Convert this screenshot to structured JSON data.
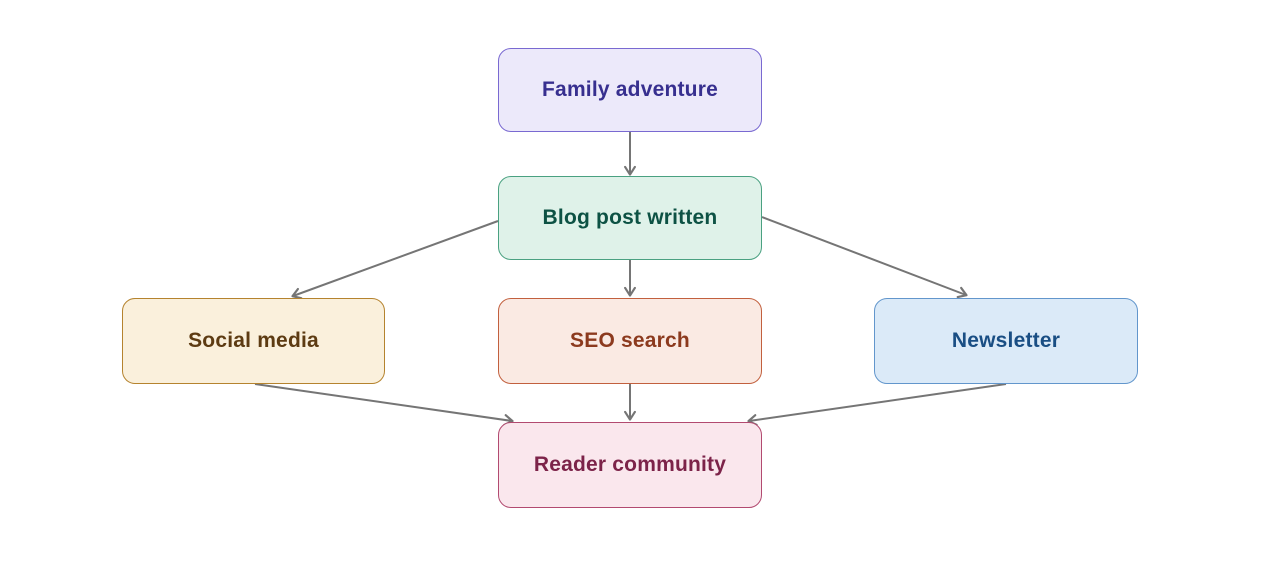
{
  "diagram": {
    "background_color": "#ffffff",
    "arrow_color": "#757575",
    "nodes": [
      {
        "id": "family-adventure",
        "label": "Family adventure",
        "fill": "#ECE9FA",
        "border": "#7969D1",
        "text_color": "#372F8F"
      },
      {
        "id": "blog-post-written",
        "label": "Blog post written",
        "fill": "#DFF2E9",
        "border": "#4AA181",
        "text_color": "#0D5244"
      },
      {
        "id": "social-media",
        "label": "Social media",
        "fill": "#FAF0DC",
        "border": "#B5832E",
        "text_color": "#5D3B12"
      },
      {
        "id": "seo-search",
        "label": "SEO search",
        "fill": "#FAEAE3",
        "border": "#C2603E",
        "text_color": "#8C3A1E"
      },
      {
        "id": "newsletter",
        "label": "Newsletter",
        "fill": "#DBEAF8",
        "border": "#6296CC",
        "text_color": "#194E84"
      },
      {
        "id": "reader-community",
        "label": "Reader community",
        "fill": "#FAE7ED",
        "border": "#B24A70",
        "text_color": "#7C2349"
      }
    ],
    "edges": [
      {
        "from": "family-adventure",
        "to": "blog-post-written"
      },
      {
        "from": "blog-post-written",
        "to": "social-media"
      },
      {
        "from": "blog-post-written",
        "to": "seo-search"
      },
      {
        "from": "blog-post-written",
        "to": "newsletter"
      },
      {
        "from": "social-media",
        "to": "reader-community"
      },
      {
        "from": "seo-search",
        "to": "reader-community"
      },
      {
        "from": "newsletter",
        "to": "reader-community"
      }
    ]
  }
}
